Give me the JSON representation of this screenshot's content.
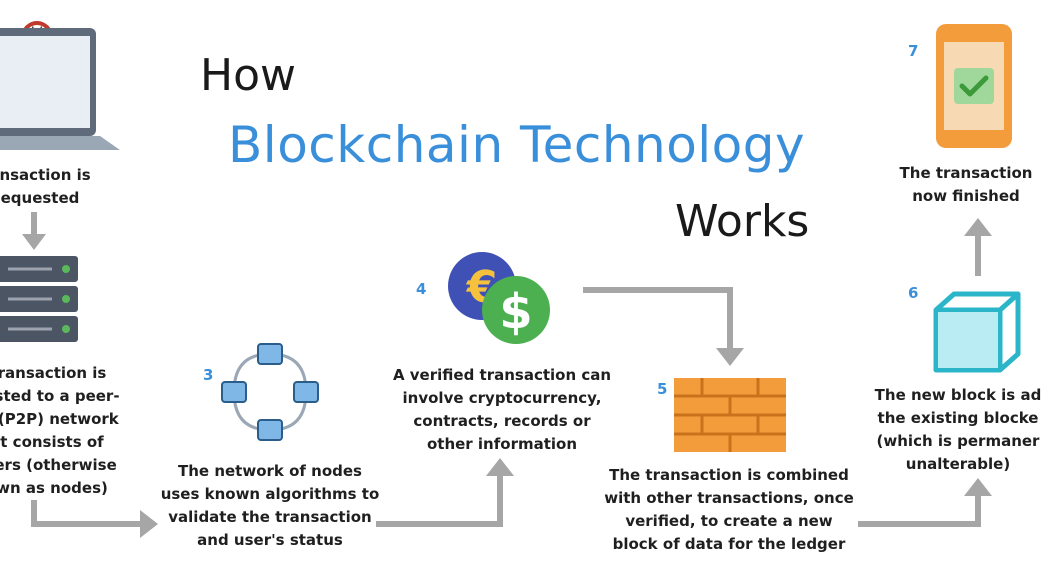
{
  "title": {
    "how": "How",
    "main": "Blockchain Technology",
    "works": "Works"
  },
  "steps": [
    {
      "number": "",
      "text": "ansaction is\nequested"
    },
    {
      "number": "",
      "text": "ransaction is\nasted to a peer-\nr (P2P) network\nt consists of\nters (otherwise\nwn as nodes)"
    },
    {
      "number": "3",
      "text": "The network of nodes\nuses known algorithms to\nvalidate the transaction\nand user's status"
    },
    {
      "number": "4",
      "text": "A verified transaction can\ninvolve cryptocurrency,\ncontracts, records or\nother information"
    },
    {
      "number": "5",
      "text": "The transaction is combined\nwith other transactions, once\nverified, to create a new\nblock of data for the ledger"
    },
    {
      "number": "6",
      "text": "The new block is ad\nthe existing blocke\n(which is permaner\nunalterable)"
    },
    {
      "number": "7",
      "text": "The transaction\nnow finished"
    }
  ],
  "icons": {
    "logo": "m-logo-icon",
    "laptop": "laptop-icon",
    "server": "server-stack-icon",
    "network": "node-network-icon",
    "currency": "euro-dollar-coins-icon",
    "brick": "brick-wall-icon",
    "cube": "cube-icon",
    "phone": "phone-checkmark-icon"
  },
  "colors": {
    "accent": "#3a8fdb",
    "arrow": "#a6a6a6",
    "orange": "#f39c3c",
    "teal": "#2bb5c9",
    "green": "#5cb85c",
    "navy": "#3f51b5"
  }
}
